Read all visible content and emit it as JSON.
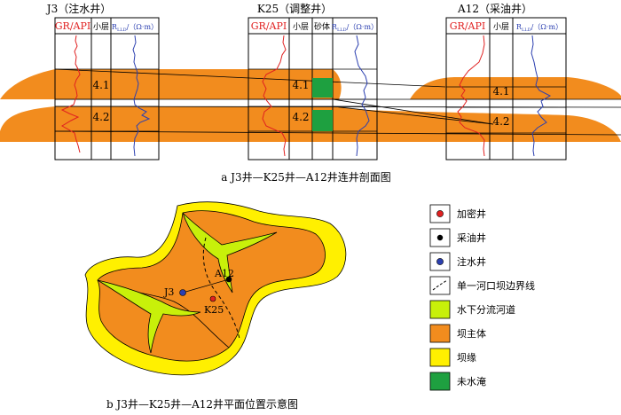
{
  "colors": {
    "dam_main": "#F28C1E",
    "dam_edge": "#FFF000",
    "channel": "#C8F00A",
    "unflooded": "#1EA040",
    "gr_curve": "#E02020",
    "rlld_curve": "#2B3FB0",
    "infill_well": "#E02020",
    "production_well": "#000000",
    "injection_well": "#2B3FB0"
  },
  "section": {
    "caption": "a  J3井—K25井—A12井连井剖面图",
    "wells": [
      {
        "name": "J3（注水井）",
        "gr_label": "GR/API",
        "layer_label": "小层",
        "r_label_main": "R",
        "r_label_sub": "LLD",
        "r_label_unit": "/（Ω·m）",
        "layers": [
          "4.1",
          "4.2"
        ]
      },
      {
        "name": "K25（调整井）",
        "gr_label": "GR/API",
        "layer_label": "小层",
        "sand_label": "砂体",
        "r_label_main": "R",
        "r_label_sub": "LLD",
        "r_label_unit": "/（Ω·m）",
        "layers": [
          "4.1",
          "4.2"
        ]
      },
      {
        "name": "A12（采油井）",
        "gr_label": "GR/API",
        "layer_label": "小层",
        "r_label_main": "R",
        "r_label_sub": "LLD",
        "r_label_unit": "/（Ω·m）",
        "layers": [
          "4.1",
          "4.2"
        ]
      }
    ]
  },
  "map": {
    "caption": "b  J3井—K25井—A12井平面位置示意图",
    "well_labels": {
      "j3": "J3",
      "a12": "A12",
      "k25": "K25"
    }
  },
  "legend": {
    "items": [
      {
        "key": "infill",
        "label": "加密井",
        "icon": "red-dot-icon"
      },
      {
        "key": "production",
        "label": "采油井",
        "icon": "black-dot-icon"
      },
      {
        "key": "injection",
        "label": "注水井",
        "icon": "blue-dot-icon"
      },
      {
        "key": "boundary",
        "label": "单一河口坝边界线",
        "icon": "dashed-line-icon"
      },
      {
        "key": "channel",
        "label": "水下分流河道",
        "icon": "green-swatch-icon"
      },
      {
        "key": "dam_main",
        "label": "坝主体",
        "icon": "orange-swatch-icon"
      },
      {
        "key": "dam_edge",
        "label": "坝缘",
        "icon": "yellow-swatch-icon"
      },
      {
        "key": "unflooded",
        "label": "未水淹",
        "icon": "darkgreen-swatch-icon"
      }
    ]
  }
}
